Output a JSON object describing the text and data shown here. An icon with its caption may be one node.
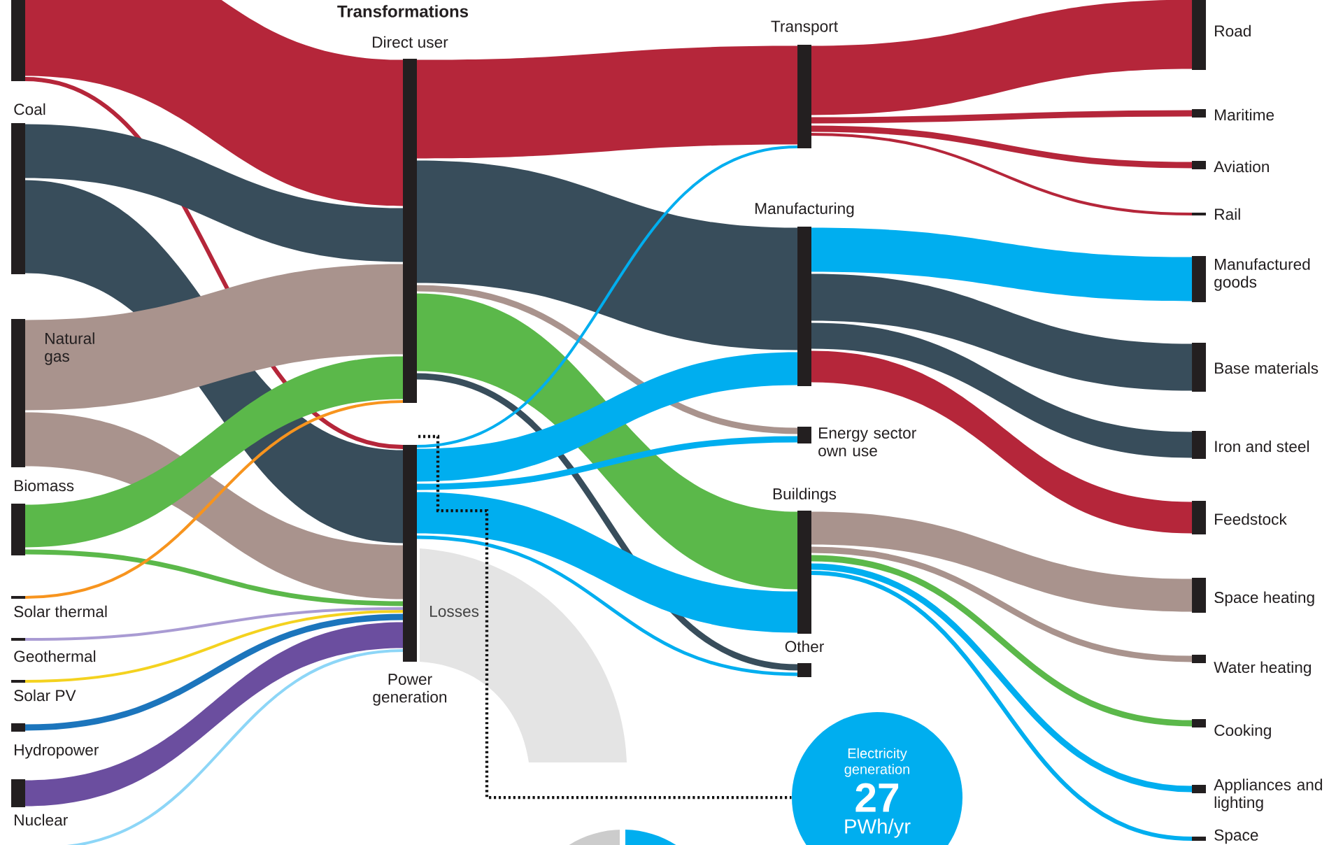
{
  "diagram": {
    "nodes": [
      {
        "text": [],
        "shape": "bar"
      },
      {
        "text": [
          "Coal"
        ]
      },
      {
        "text": [
          "Natural gas"
        ]
      },
      {
        "text": [
          "Biomass"
        ]
      },
      {
        "text": [
          "Solar thermal"
        ]
      },
      {
        "text": [
          "Geothermal"
        ]
      },
      {
        "text": [
          "Solar PV"
        ]
      },
      {
        "text": [
          "Hydropower"
        ]
      },
      {
        "text": [
          "Nuclear"
        ]
      },
      {
        "text": [
          "Direct user"
        ]
      },
      {
        "text": [
          "Power generation"
        ]
      },
      {
        "text": [
          "Losses"
        ]
      },
      {
        "text": [
          "Transport"
        ]
      },
      {
        "text": [
          "Manufacturing"
        ]
      },
      {
        "text": [
          "Energy sector own use"
        ]
      },
      {
        "text": [
          "Buildings"
        ]
      },
      {
        "text": [
          "Other"
        ]
      },
      {
        "text": [
          "Road"
        ]
      },
      {
        "text": [
          "Maritime"
        ]
      },
      {
        "text": [
          "Aviation"
        ]
      },
      {
        "text": [
          "Rail"
        ]
      },
      {
        "text": [
          "Manufactured goods"
        ]
      },
      {
        "text": [
          "Base materials"
        ]
      },
      {
        "text": [
          "Iron and steel"
        ]
      },
      {
        "text": [
          "Feedstock"
        ]
      },
      {
        "text": [
          "Space heating"
        ]
      },
      {
        "text": [
          "Water heating"
        ]
      },
      {
        "text": [
          "Cooking"
        ]
      },
      {
        "text": [
          "Appliances and lighting"
        ]
      },
      {
        "text": [
          "Space"
        ]
      },
      {
        "text": [
          "Electricity generation",
          "27",
          "PWh/yr"
        ]
      }
    ],
    "edges": [
      {
        "from": 0,
        "to": 9,
        "arrow": "none",
        "style": "thick",
        "color": "#b5263a"
      },
      {
        "from": 0,
        "to": 10,
        "arrow": "none",
        "color": "#b5263a"
      },
      {
        "from": 1,
        "to": 9,
        "arrow": "none",
        "style": "thick",
        "color": "#384d5b"
      },
      {
        "from": 1,
        "to": 10,
        "arrow": "none",
        "style": "thick",
        "color": "#384d5b"
      },
      {
        "from": 2,
        "to": 9,
        "arrow": "none",
        "style": "thick",
        "color": "#a9938d"
      },
      {
        "from": 2,
        "to": 10,
        "arrow": "none",
        "style": "thick",
        "color": "#a9938d"
      },
      {
        "from": 3,
        "to": 9,
        "arrow": "none",
        "style": "thick",
        "color": "#5bb84a"
      },
      {
        "from": 3,
        "to": 10,
        "arrow": "none",
        "color": "#5bb84a"
      },
      {
        "from": 4,
        "to": 9,
        "arrow": "none",
        "color": "#f7941e"
      },
      {
        "from": 5,
        "to": 10,
        "arrow": "none",
        "color": "#a99bd3"
      },
      {
        "from": 6,
        "to": 10,
        "arrow": "none",
        "color": "#f4d21f"
      },
      {
        "from": 7,
        "to": 10,
        "arrow": "none",
        "color": "#1c75bc"
      },
      {
        "from": 8,
        "to": 10,
        "arrow": "none",
        "style": "thick",
        "color": "#6b4e9f"
      },
      {
        "from": null,
        "to": 10,
        "arrow": "none",
        "color": "#8dd6f7"
      },
      {
        "from": 9,
        "to": 12,
        "arrow": "none",
        "style": "thick",
        "color": "#b5263a"
      },
      {
        "from": 9,
        "to": 13,
        "arrow": "none",
        "style": "thick",
        "color": "#384d5b"
      },
      {
        "from": 9,
        "to": 14,
        "arrow": "none",
        "color": "#a9938d"
      },
      {
        "from": 9,
        "to": 15,
        "arrow": "none",
        "style": "thick",
        "color": "#5bb84a"
      },
      {
        "from": 9,
        "to": 16,
        "arrow": "none",
        "color": "#384d5b"
      },
      {
        "from": 10,
        "to": 12,
        "arrow": "none",
        "color": "#00aeef"
      },
      {
        "from": 10,
        "to": 13,
        "arrow": "none",
        "style": "thick",
        "color": "#00aeef"
      },
      {
        "from": 10,
        "to": 14,
        "arrow": "none",
        "color": "#00aeef"
      },
      {
        "from": 10,
        "to": 15,
        "arrow": "none",
        "style": "thick",
        "color": "#00aeef"
      },
      {
        "from": 10,
        "to": 16,
        "arrow": "none",
        "color": "#00aeef"
      },
      {
        "from": 12,
        "to": 17,
        "arrow": "none",
        "style": "thick",
        "color": "#b5263a"
      },
      {
        "from": 12,
        "to": 18,
        "arrow": "none",
        "color": "#b5263a"
      },
      {
        "from": 12,
        "to": 19,
        "arrow": "none",
        "color": "#b5263a"
      },
      {
        "from": 12,
        "to": 20,
        "arrow": "none",
        "color": "#b5263a"
      },
      {
        "from": 13,
        "to": 21,
        "arrow": "none",
        "style": "thick",
        "color": "#00aeef"
      },
      {
        "from": 13,
        "to": 22,
        "arrow": "none",
        "style": "thick",
        "color": "#384d5b"
      },
      {
        "from": 13,
        "to": 23,
        "arrow": "none",
        "style": "thick",
        "color": "#384d5b"
      },
      {
        "from": 13,
        "to": 24,
        "arrow": "none",
        "style": "thick",
        "color": "#b5263a"
      },
      {
        "from": 15,
        "to": 25,
        "arrow": "none",
        "style": "thick",
        "color": "#a9938d"
      },
      {
        "from": 15,
        "to": 26,
        "arrow": "none",
        "color": "#a9938d"
      },
      {
        "from": 15,
        "to": 27,
        "arrow": "none",
        "color": "#5bb84a"
      },
      {
        "from": 15,
        "to": 28,
        "arrow": "none",
        "color": "#00aeef"
      },
      {
        "from": 15,
        "to": 29,
        "arrow": "none",
        "color": "#00aeef"
      },
      {
        "from": 10,
        "to": 30,
        "arrow": "none",
        "style": "dashed",
        "color": "#111111"
      }
    ],
    "labels": [
      "Transformations"
    ]
  }
}
